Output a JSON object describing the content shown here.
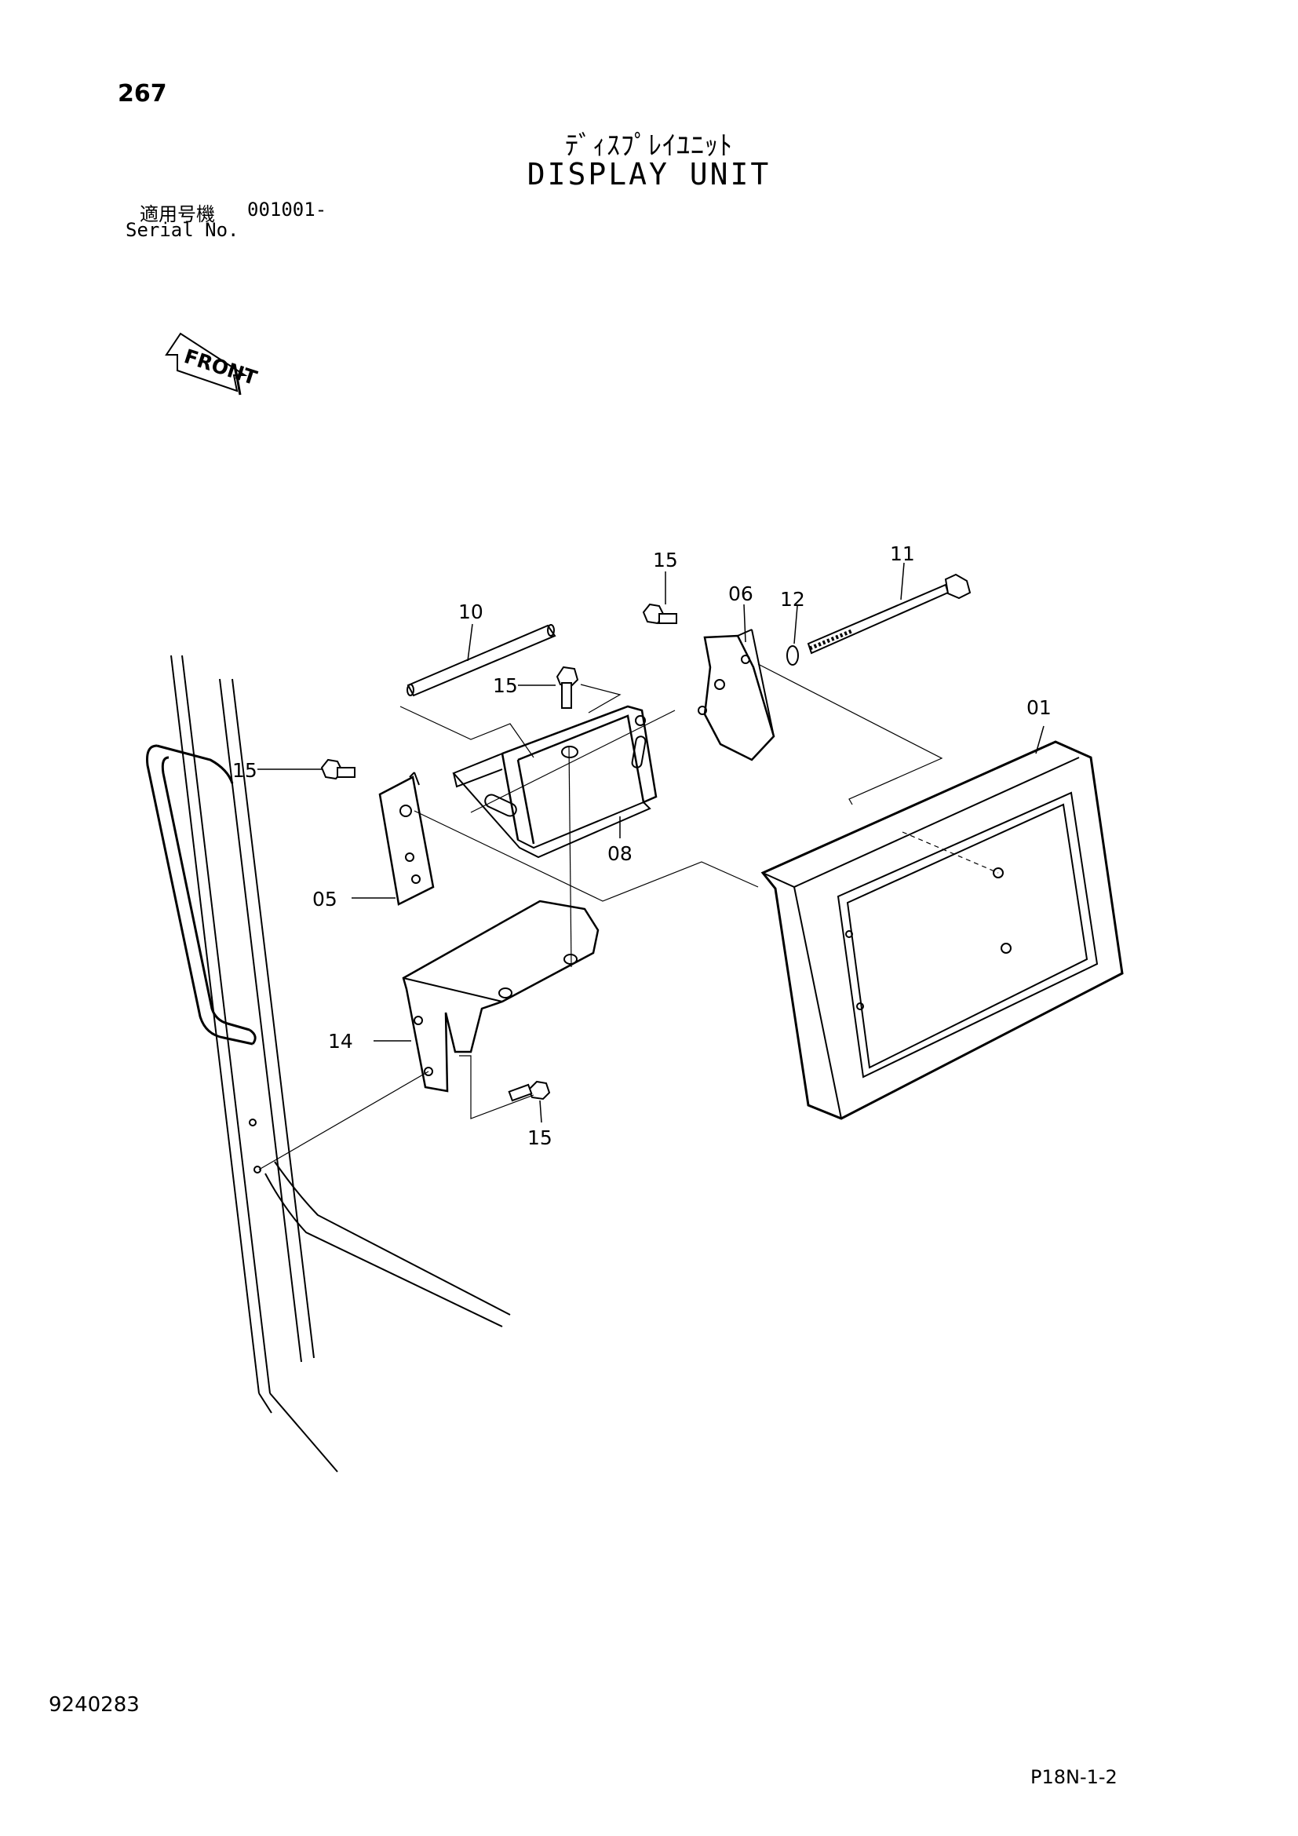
{
  "page": {
    "number": "267",
    "title_jp": "ﾃﾞｨｽﾌﾟﾚｲﾕﾆｯﾄ",
    "title_en": "DISPLAY UNIT",
    "serial_label_jp": "適用号機",
    "serial_label_en": "Serial No.",
    "serial_value": "001001-",
    "doc_number": "9240283",
    "plate_code": "P18N-1-2"
  },
  "diagram": {
    "front_label": "FRONT",
    "callouts": {
      "c01": "01",
      "c05": "05",
      "c06": "06",
      "c08": "08",
      "c10": "10",
      "c11": "11",
      "c12": "12",
      "c14": "14",
      "c15a": "15",
      "c15b": "15",
      "c15c": "15",
      "c15d": "15"
    }
  }
}
